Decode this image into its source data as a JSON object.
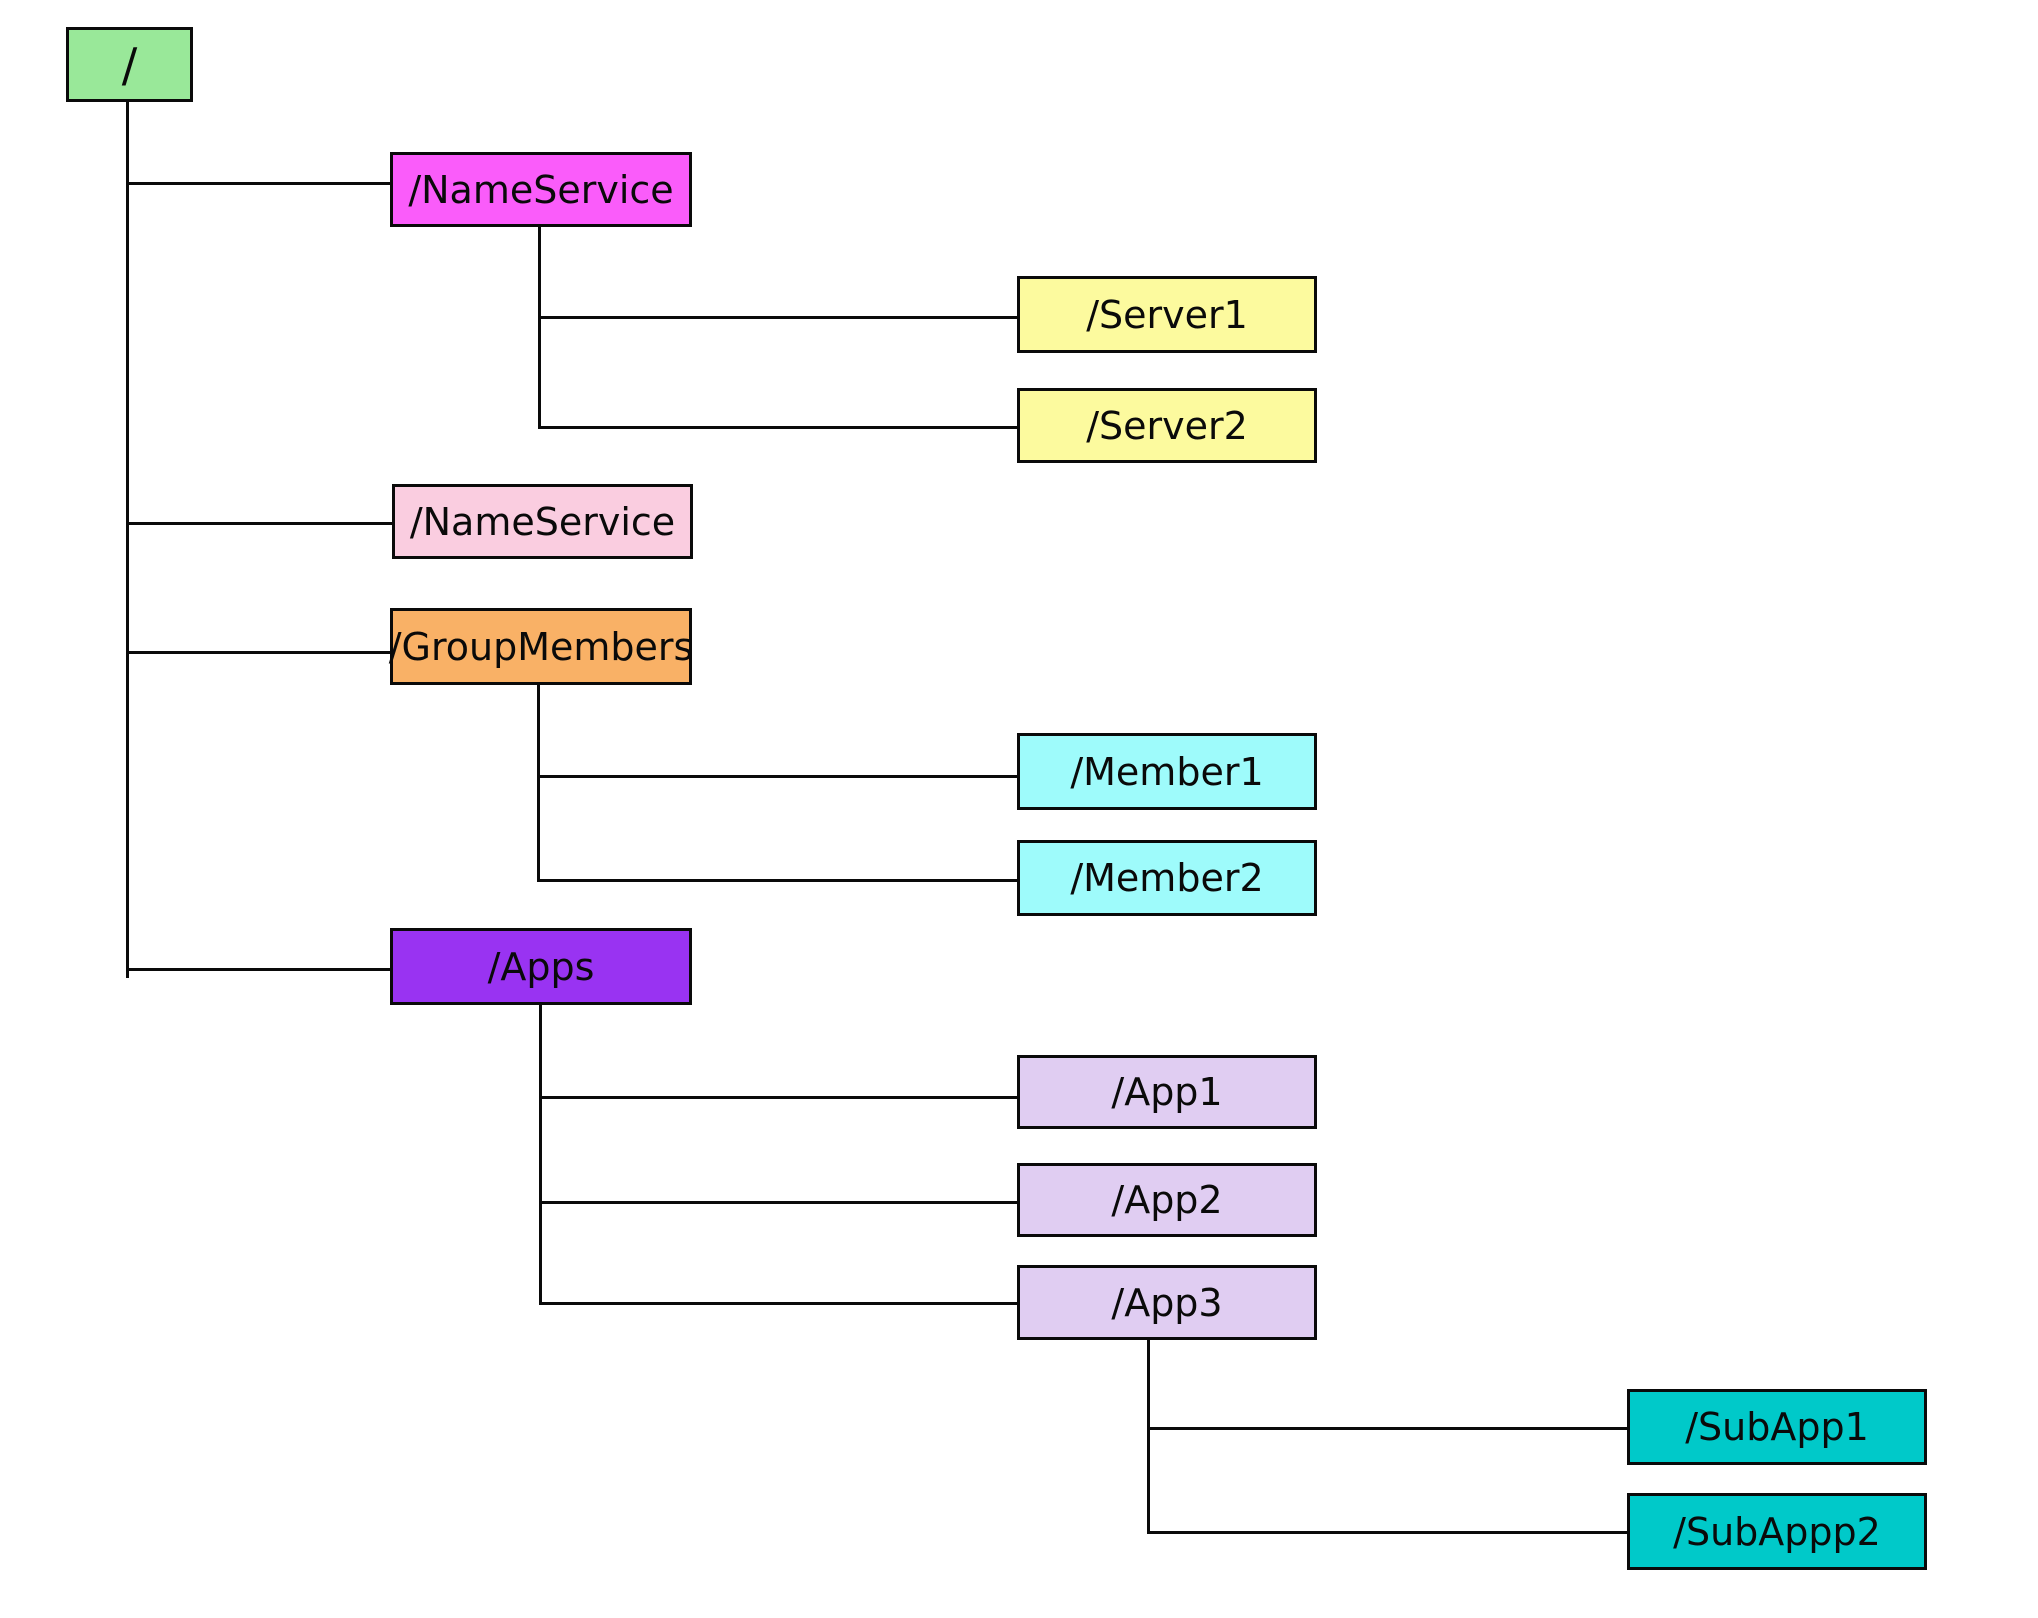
{
  "diagram": {
    "type": "tree",
    "background_color": "#FFFFFF",
    "connector_color": "#0A0A0A",
    "node_border_color": "#0A0A0A",
    "text_color": "#0A0A0A"
  },
  "nodes": [
    {
      "id": "root",
      "label": "/",
      "color": "#99E899",
      "parent": null
    },
    {
      "id": "nameservice-1",
      "label": "/NameService",
      "color": "#FA5CFA",
      "parent": "root"
    },
    {
      "id": "server1",
      "label": "/Server1",
      "color": "#FCFA9E",
      "parent": "nameservice-1"
    },
    {
      "id": "server2",
      "label": "/Server2",
      "color": "#FCFA9E",
      "parent": "nameservice-1"
    },
    {
      "id": "nameservice-2",
      "label": "/NameService",
      "color": "#FACDE0",
      "parent": "root"
    },
    {
      "id": "groupmembers",
      "label": "/GroupMembers",
      "color": "#F9B166",
      "parent": "root"
    },
    {
      "id": "member1",
      "label": "/Member1",
      "color": "#9EFBFB",
      "parent": "groupmembers"
    },
    {
      "id": "member2",
      "label": "/Member2",
      "color": "#9EFBFB",
      "parent": "groupmembers"
    },
    {
      "id": "apps",
      "label": "/Apps",
      "color": "#9933F2",
      "parent": "root"
    },
    {
      "id": "app1",
      "label": "/App1",
      "color": "#E0CDF2",
      "parent": "apps"
    },
    {
      "id": "app2",
      "label": "/App2",
      "color": "#E0CDF2",
      "parent": "apps"
    },
    {
      "id": "app3",
      "label": "/App3",
      "color": "#E0CDF2",
      "parent": "apps"
    },
    {
      "id": "subapp1",
      "label": "/SubApp1",
      "color": "#00C9C9",
      "parent": "app3"
    },
    {
      "id": "subappp2",
      "label": "/SubAppp2",
      "color": "#00C9C9",
      "parent": "app3"
    }
  ]
}
